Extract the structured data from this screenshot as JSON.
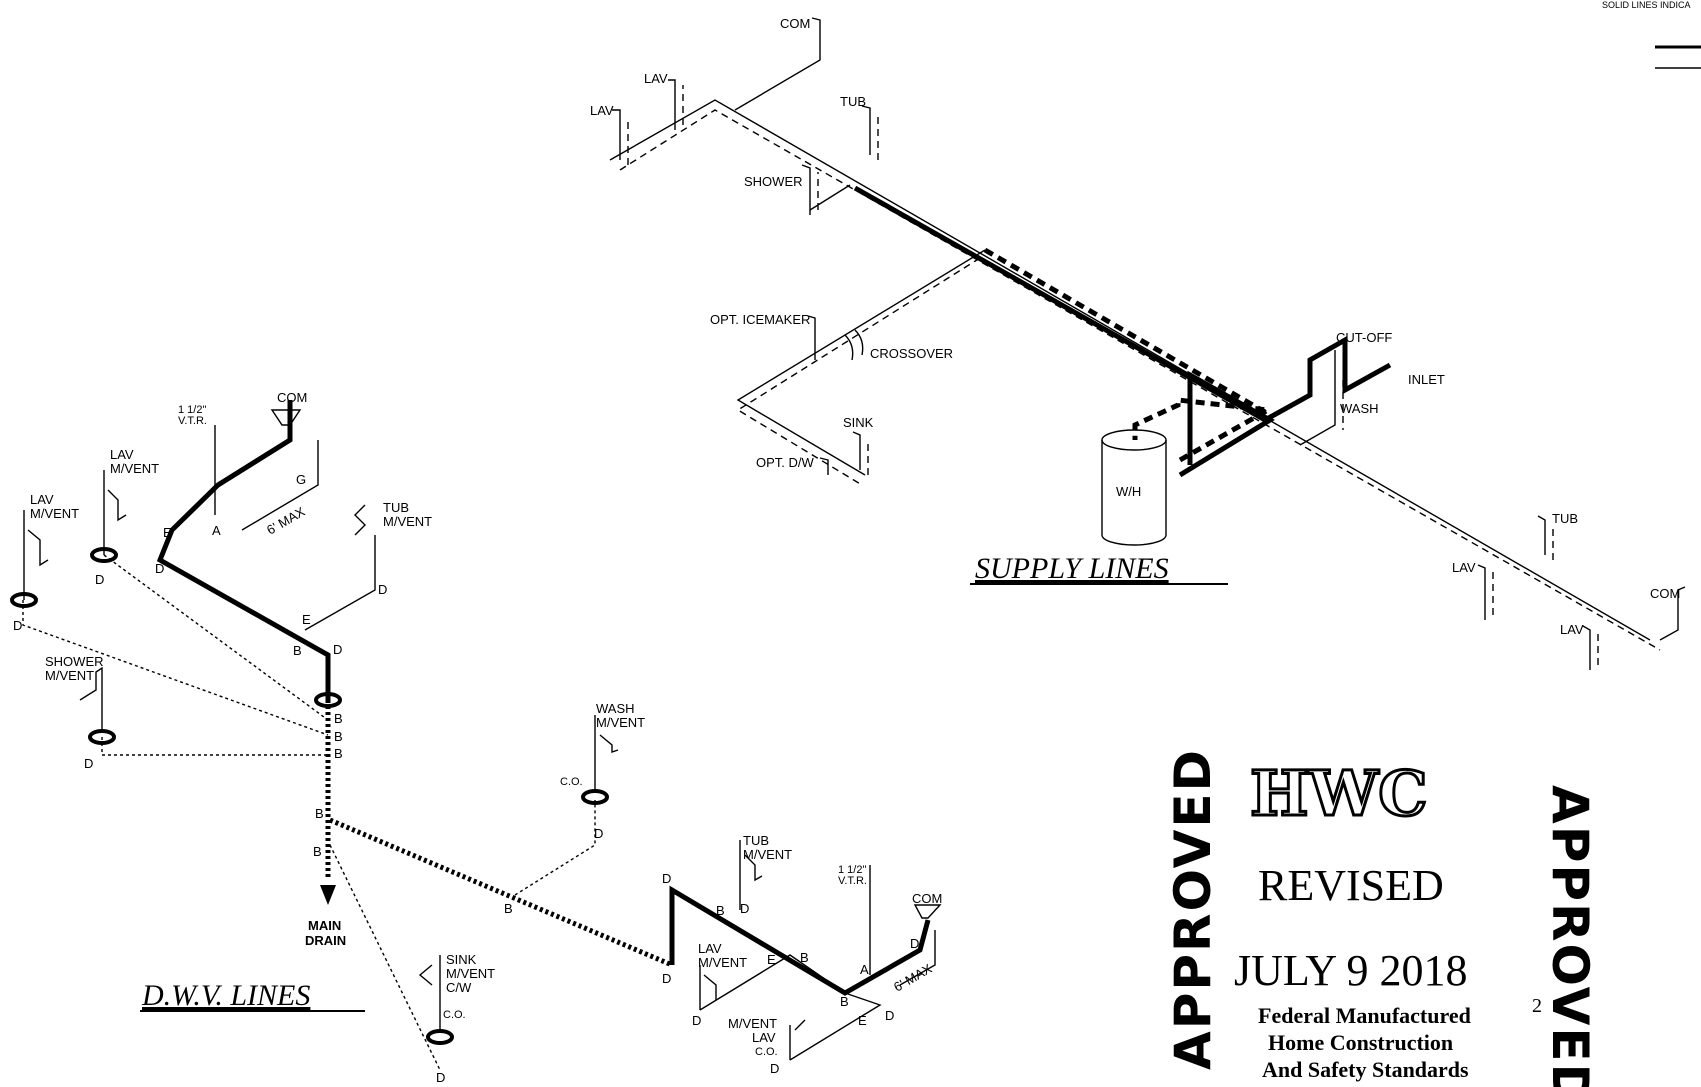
{
  "header_note": "SOLID LINES INDICA",
  "supply": {
    "title": "SUPPLY LINES",
    "labels": {
      "com_top": "COM",
      "lav1": "LAV",
      "lav2": "LAV",
      "tub_top": "TUB",
      "shower": "SHOWER",
      "icemaker": "OPT. ICEMAKER",
      "crossover": "CROSSOVER",
      "sink": "SINK",
      "dw": "OPT. D/W",
      "wh": "W/H",
      "cutoff": "CUT-OFF",
      "inlet": "INLET",
      "wash": "WASH",
      "tub_right": "TUB",
      "lav_right1": "LAV",
      "com_right": "COM",
      "lav_right2": "LAV"
    }
  },
  "dwv": {
    "title": "D.W.V. LINES",
    "main_drain": [
      "MAIN",
      "DRAIN"
    ],
    "labels": {
      "lav_mvent_a_1": "LAV",
      "lav_mvent_a_2": "M/VENT",
      "lav_mvent_b_1": "LAV",
      "lav_mvent_b_2": "M/VENT",
      "vtr_a_1": "1 1/2\"",
      "vtr_a_2": "V.T.R.",
      "com_a": "COM",
      "max_a": "6' MAX",
      "tub_mvent_1": "TUB",
      "tub_mvent_2": "M/VENT",
      "shower_1": "SHOWER",
      "shower_2": "M/VENT",
      "wash_1": "WASH",
      "wash_2": "M/VENT",
      "co_wash": "C.O.",
      "sink_1": "SINK",
      "sink_2": "M/VENT",
      "sink_3": "C/W",
      "co_sink": "C.O.",
      "tub_b_1": "TUB",
      "tub_b_2": "M/VENT",
      "vtr_b_1": "1 1/2\"",
      "vtr_b_2": "V.T.R.",
      "com_b": "COM",
      "max_b": "6' MAX",
      "lav_c_1": "LAV",
      "lav_c_2": "M/VENT",
      "mvent_d_1": "M/VENT",
      "mvent_d_2": "LAV",
      "co_d": "C.O."
    },
    "letters": {
      "D": "D",
      "E": "E",
      "A": "A",
      "G": "G",
      "B": "B"
    }
  },
  "stamp": {
    "brand": "HWC",
    "status": "REVISED",
    "date": "JULY 9 2018",
    "line1": "Federal Manufactured",
    "line2": "Home Construction",
    "line3": "And Safety Standards",
    "side_word": "APPROVED",
    "page_mark": "2"
  }
}
